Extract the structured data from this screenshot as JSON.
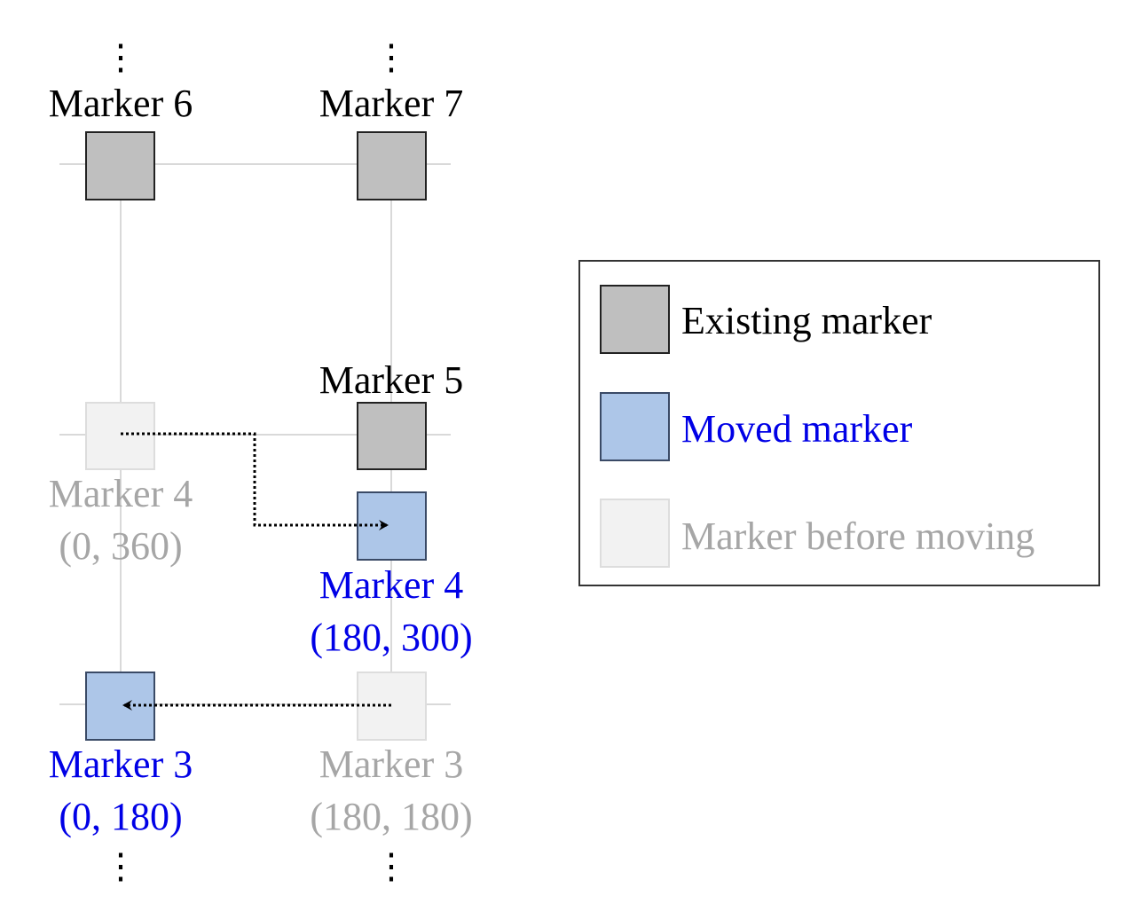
{
  "colors": {
    "existing_fill": "#bfbfbf",
    "existing_stroke": "#222222",
    "moved_fill": "#adc6e8",
    "moved_stroke": "#3a4a66",
    "before_fill": "#f2f2f2",
    "before_stroke": "#dddddd",
    "grid": "#d9d9d9",
    "text_black": "#000000",
    "text_blue": "#0000e6",
    "text_gray": "#a6a6a6",
    "arrow": "#000000"
  },
  "markers": {
    "m6": {
      "name": "Marker 6"
    },
    "m7": {
      "name": "Marker 7"
    },
    "m5": {
      "name": "Marker 5"
    },
    "m4_before": {
      "name": "Marker 4",
      "coords": "(0, 360)"
    },
    "m4_moved": {
      "name": "Marker 4",
      "coords": "(180, 300)"
    },
    "m3_moved": {
      "name": "Marker 3",
      "coords": "(0, 180)"
    },
    "m3_before": {
      "name": "Marker 3",
      "coords": "(180, 180)"
    }
  },
  "continuation": "⋮",
  "legend": {
    "existing": "Existing marker",
    "moved": "Moved marker",
    "before": "Marker before moving"
  }
}
